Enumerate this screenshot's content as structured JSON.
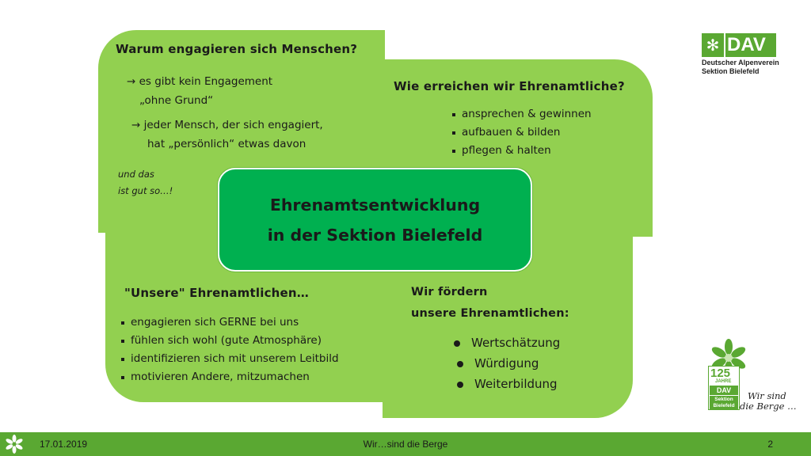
{
  "card_top_left": {
    "heading": "Warum engagieren sich Menschen?",
    "line1a": "→ es gibt kein Engagement",
    "line1b": "„ohne Grund“",
    "line2a": "→ jeder Mensch, der sich engagiert,",
    "line2b": "hat „persönlich“ etwas davon",
    "italic1": "und das",
    "italic2": "ist gut so…!"
  },
  "card_top_right": {
    "heading": "Wie erreichen wir Ehrenamtliche?",
    "items": [
      "ansprechen & gewinnen",
      "aufbauen & bilden",
      "pflegen & halten"
    ]
  },
  "card_bottom_left": {
    "heading": "\"Unsere\" Ehrenamtlichen…",
    "items": [
      "engagieren sich GERNE bei uns",
      "fühlen sich wohl (gute Atmosphäre)",
      "identifizieren sich mit unserem Leitbild",
      "motivieren Andere, mitzumachen"
    ]
  },
  "card_bottom_right": {
    "heading1": "Wir fördern",
    "heading2": "unsere Ehrenamtlichen:",
    "items": [
      "Wertschätzung",
      "Würdigung",
      "Weiterbildung"
    ]
  },
  "center": {
    "line1": "Ehrenamtsentwicklung",
    "line2": "in der Sektion Bielefeld"
  },
  "logo": {
    "dav": "DAV",
    "line1": "Deutscher Alpenverein",
    "line2": "Sektion Bielefeld"
  },
  "jubilee": {
    "number": "125",
    "jahre": "JAHRE",
    "dav": "DAV",
    "sektion": "Sektion",
    "city": "Bielefeld",
    "slogan1": "Wir sind",
    "slogan2": "die Berge …"
  },
  "footer": {
    "date": "17.01.2019",
    "title": "Wir…sind die Berge",
    "page": "2"
  },
  "colors": {
    "card_green": "#92d050",
    "center_green": "#00b050",
    "brand_green": "#5aa832"
  }
}
